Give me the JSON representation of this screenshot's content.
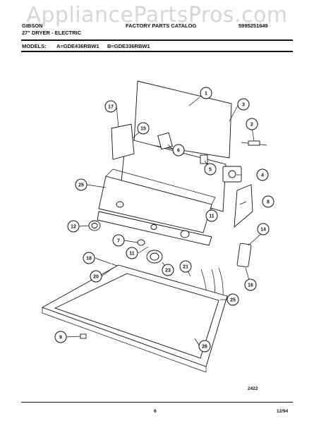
{
  "watermark": "AppliancePartsPros.com",
  "header": {
    "brand": "GIBSON",
    "catalog_title": "FACTORY PARTS CATALOG",
    "catalog_number": "5995251649",
    "subtitle": "27\" DRYER - ELECTRIC",
    "models_label": "MODELS:",
    "model_a": "A=GDE436RBW1",
    "model_b": "B=GDE336RBW1"
  },
  "callouts": [
    {
      "label": "1"
    },
    {
      "label": "2"
    },
    {
      "label": "3"
    },
    {
      "label": "4"
    },
    {
      "label": "5"
    },
    {
      "label": "6"
    },
    {
      "label": "7"
    },
    {
      "label": "8"
    },
    {
      "label": "9"
    },
    {
      "label": "11"
    },
    {
      "label": "11"
    },
    {
      "label": "12"
    },
    {
      "label": "14"
    },
    {
      "label": "15"
    },
    {
      "label": "16"
    },
    {
      "label": "17"
    },
    {
      "label": "18"
    },
    {
      "label": "20"
    },
    {
      "label": "21"
    },
    {
      "label": "23"
    },
    {
      "label": "25"
    },
    {
      "label": "25"
    },
    {
      "label": "26"
    }
  ],
  "footer": {
    "diagram_code": "2422",
    "page_number": "6",
    "date": "12/94"
  }
}
